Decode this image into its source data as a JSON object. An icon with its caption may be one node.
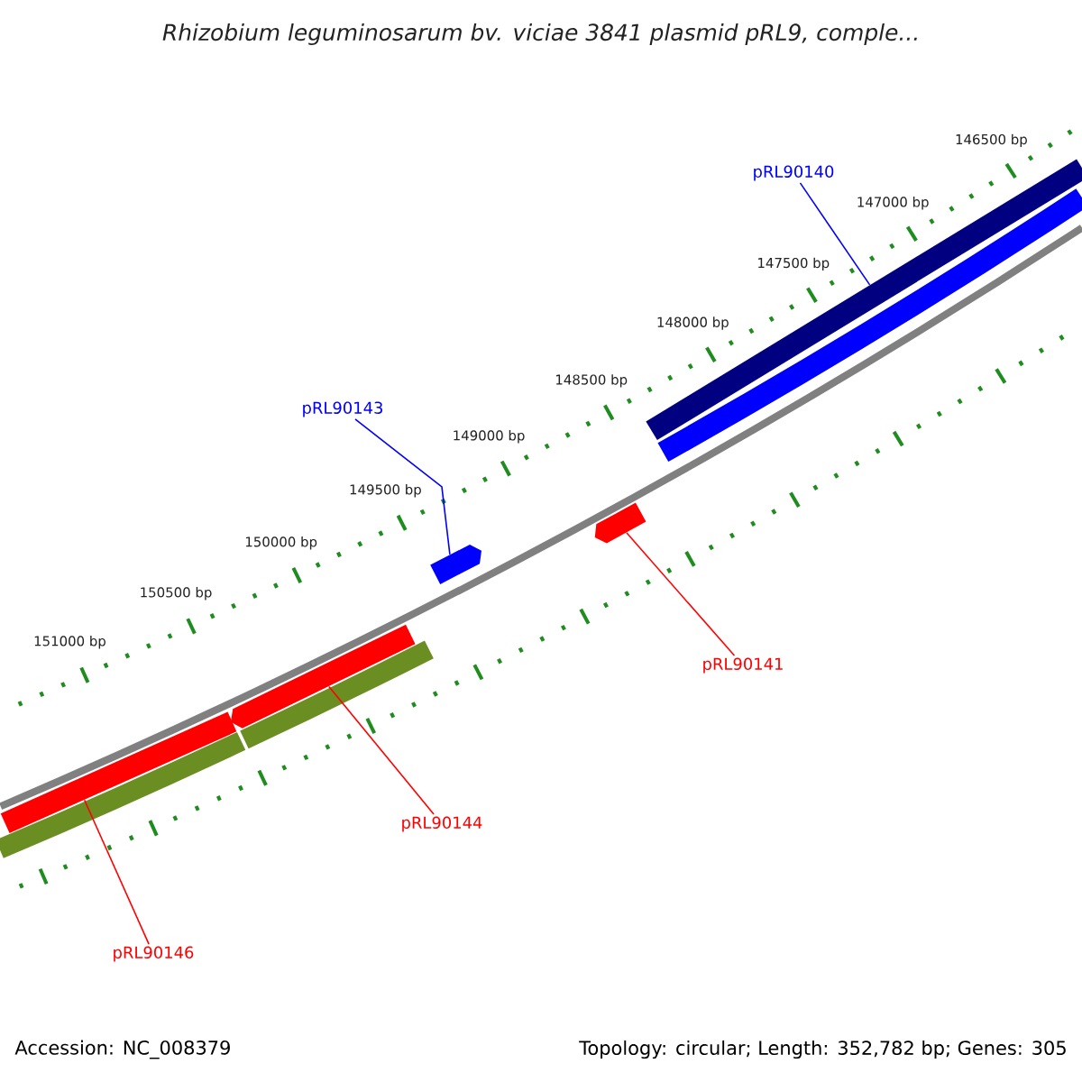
{
  "diagram": {
    "title": "Rhizobium leguminosarum bv. viciae 3841 plasmid pRL9, comple...",
    "nodes": [
      {
        "text": [
          "pRL90140"
        ]
      },
      {
        "text": [
          "pRL90143"
        ]
      },
      {
        "text": [
          "pRL90141"
        ]
      },
      {
        "text": [
          "pRL90144"
        ]
      },
      {
        "text": [
          "pRL90146"
        ]
      },
      {
        "text": [],
        "shape": "bar"
      },
      {
        "text": [],
        "shape": "arrow"
      },
      {
        "text": [],
        "shape": "arrow"
      },
      {
        "text": [],
        "shape": "arrow"
      },
      {
        "text": [],
        "shape": "bar"
      }
    ],
    "edges": [
      {
        "from": 0,
        "to": 5,
        "arrow": "none",
        "color": "#0000ff"
      },
      {
        "from": 1,
        "to": 6,
        "arrow": "none",
        "color": "#0000ff"
      },
      {
        "from": 2,
        "to": 7,
        "arrow": "none"
      },
      {
        "from": 3,
        "to": 8,
        "arrow": "none"
      },
      {
        "from": 4,
        "to": 9,
        "arrow": "none"
      }
    ],
    "labels": [
      "146500 bp",
      "147000 bp",
      "147500 bp",
      "148000 bp",
      "148500 bp",
      "149000 bp",
      "149500 bp",
      "150000 bp",
      "150500 bp",
      "151000 bp",
      "Accession: NC_008379",
      "Topology: circular; Length: 352,782 bp; Genes: 305"
    ]
  }
}
